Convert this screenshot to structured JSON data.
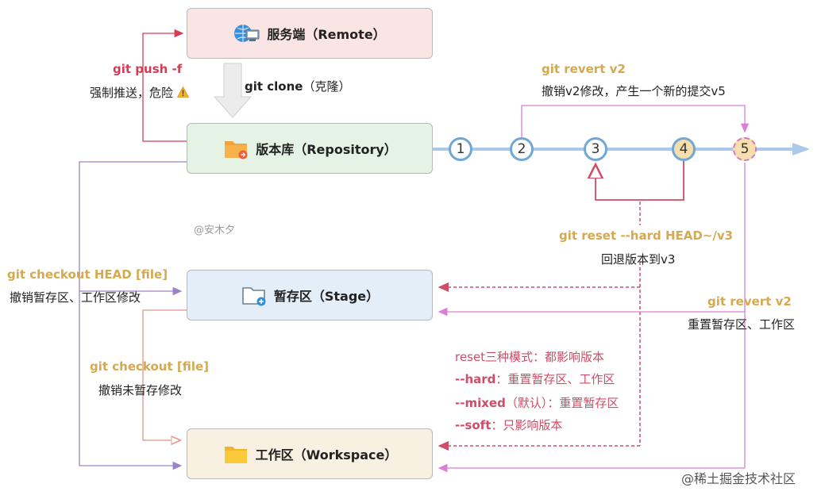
{
  "boxes": {
    "remote": "服务端（Remote）",
    "repository": "版本库（Repository）",
    "stage": "暂存区（Stage）",
    "workspace": "工作区（Workspace）"
  },
  "commits": [
    "1",
    "2",
    "3",
    "4",
    "5"
  ],
  "labels": {
    "push_cmd": "git push -f",
    "push_desc": "强制推送，危险",
    "clone_cmd": "git clone",
    "clone_desc": "（克隆）",
    "revert_top_cmd": "git revert v2",
    "revert_top_desc": "撤销v2修改，产生一个新的提交v5",
    "reset_cmd": "git reset --hard HEAD~/v3",
    "reset_desc": "回退版本到v3",
    "checkout_head_cmd": "git checkout HEAD [file]",
    "checkout_head_desc": "撤销暂存区、工作区修改",
    "checkout_file_cmd": "git checkout [file]",
    "checkout_file_desc": "撤销未暂存修改",
    "revert_right_cmd": "git revert v2",
    "revert_right_desc": "重置暂存区、工作区",
    "modes_title": "reset三种模式：都影响版本",
    "mode_hard_flag": "--hard",
    "mode_hard_desc": "：重置暂存区、工作区",
    "mode_mixed_flag": "--mixed",
    "mode_mixed_desc": "（默认）：重置暂存区",
    "mode_soft_flag": "--soft",
    "mode_soft_desc": "：只影响版本",
    "watermark_author": "@安木夕",
    "watermark_site": "@稀土掘金技术社区"
  },
  "icons": {
    "remote": "globe-computer-icon",
    "repository": "folder-share-icon",
    "stage": "folder-plus-icon",
    "workspace": "folder-icon",
    "warning": "warning-icon"
  },
  "colors": {
    "remote_fill": "#fbe4e4",
    "repository_fill": "#e4f3e4",
    "stage_fill": "#e3eef9",
    "workspace_fill": "#f8f0e1",
    "timeline": "#a9c8ea",
    "node_border": "#6fa8d6",
    "push_red": "#d23d58",
    "gold": "#d4a94f",
    "purple": "#9b82c9",
    "pink": "#d97fd4",
    "reset_red": "#cf4d66",
    "salmon": "#e2958c"
  }
}
